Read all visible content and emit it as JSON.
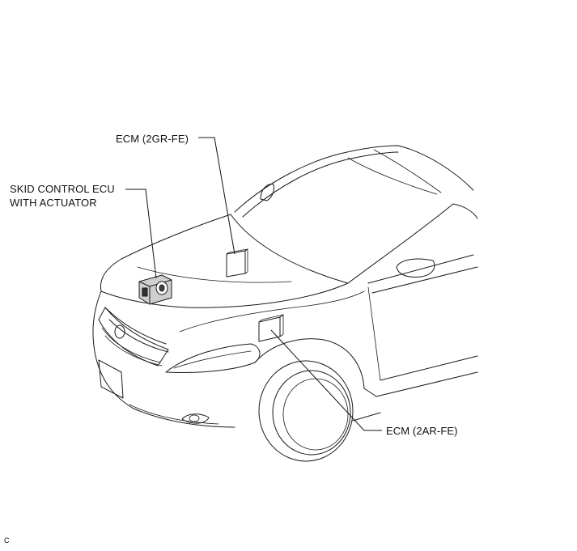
{
  "diagram": {
    "labels": {
      "ecm_2gr": "ECM (2GR-FE)",
      "skid_line1": "SKID CONTROL ECU",
      "skid_line2": "WITH ACTUATOR",
      "ecm_2ar": "ECM (2AR-FE)",
      "figure_code": "C"
    }
  }
}
